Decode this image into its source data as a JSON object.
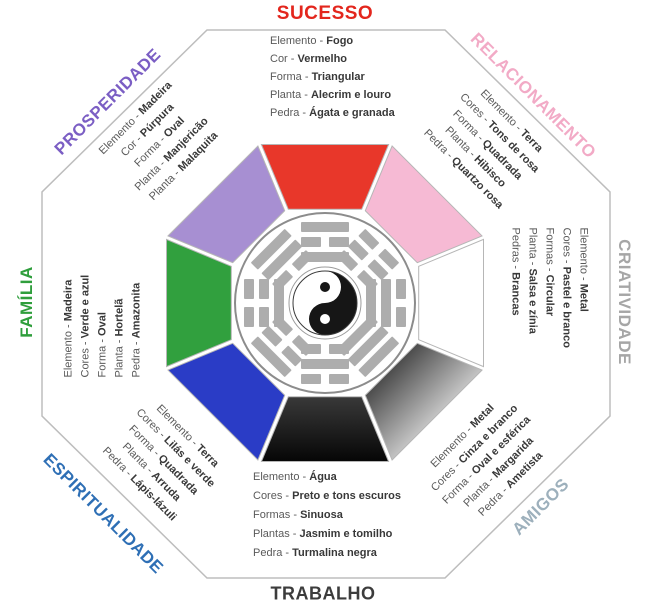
{
  "separator": " - ",
  "wheel": {
    "order": [
      "sucesso",
      "relacionamento",
      "criatividade",
      "amigos",
      "trabalho",
      "espiritualidade",
      "familia",
      "prosperidade"
    ],
    "outline_color": "#bdbdbd",
    "segment_border_color": "#b6b6b6"
  },
  "center": {
    "icon": "bagua-yin-yang-icon",
    "trigram_color": "#adadad",
    "circle_border": "#8c8c8c",
    "yin_yang": {
      "dark": "#161616",
      "light": "#ffffff"
    },
    "trigrams": [
      {
        "name": "li",
        "lines": [
          1,
          0,
          1
        ]
      },
      {
        "name": "kun",
        "lines": [
          0,
          0,
          0
        ]
      },
      {
        "name": "dui",
        "lines": [
          1,
          1,
          0
        ]
      },
      {
        "name": "qian",
        "lines": [
          1,
          1,
          1
        ]
      },
      {
        "name": "kan",
        "lines": [
          0,
          1,
          0
        ]
      },
      {
        "name": "gen",
        "lines": [
          0,
          0,
          1
        ]
      },
      {
        "name": "zhen",
        "lines": [
          1,
          0,
          0
        ]
      },
      {
        "name": "xun",
        "lines": [
          0,
          1,
          1
        ]
      }
    ]
  },
  "sections": {
    "sucesso": {
      "title": "SUCESSO",
      "title_color": "#e3261d",
      "segment_color": "#e8372a",
      "lines": [
        {
          "k": "Elemento",
          "v": "Fogo"
        },
        {
          "k": "Cor",
          "v": "Vermelho"
        },
        {
          "k": "Forma",
          "v": "Triangular"
        },
        {
          "k": "Planta",
          "v": "Alecrim e louro"
        },
        {
          "k": "Pedra",
          "v": "Ágata e granada"
        }
      ]
    },
    "relacionamento": {
      "title": "RELACIONAMENTO",
      "title_color": "#f2aac6",
      "segment_color": "#f6bad4",
      "lines": [
        {
          "k": "Elemento",
          "v": "Terra"
        },
        {
          "k": "Cores",
          "v": "Tons de rosa"
        },
        {
          "k": "Forma",
          "v": "Quadrada"
        },
        {
          "k": "Planta",
          "v": "Hibisco"
        },
        {
          "k": "Pedra",
          "v": "Quartzo rosa"
        }
      ]
    },
    "criatividade": {
      "title": "CRIATIVIDADE",
      "title_color": "#a6a6a6",
      "segment_color": "#ffffff",
      "lines": [
        {
          "k": "Elemento",
          "v": "Metal"
        },
        {
          "k": "Cores",
          "v": "Pastel e branco"
        },
        {
          "k": "Formas",
          "v": "Circular"
        },
        {
          "k": "Planta",
          "v": "Salsa e zínia"
        },
        {
          "k": "Pedras",
          "v": "Brancas"
        }
      ]
    },
    "amigos": {
      "title": "AMIGOS",
      "title_color": "#9db0bc",
      "segment_gradient": [
        "#4a4a4a",
        "#c6c6c6"
      ],
      "lines": [
        {
          "k": "Elemento",
          "v": "Metal"
        },
        {
          "k": "Cores",
          "v": "Cinza e branco"
        },
        {
          "k": "Forma",
          "v": "Oval e esférica"
        },
        {
          "k": "Planta",
          "v": "Margarida"
        },
        {
          "k": "Pedra",
          "v": "Ametista"
        }
      ]
    },
    "trabalho": {
      "title": "TRABALHO",
      "title_color": "#3c3c3c",
      "segment_gradient": [
        "#3a3a3a",
        "#050505"
      ],
      "lines": [
        {
          "k": "Elemento",
          "v": "Água"
        },
        {
          "k": "Cores",
          "v": "Preto e tons escuros"
        },
        {
          "k": "Formas",
          "v": "Sinuosa"
        },
        {
          "k": "Plantas",
          "v": "Jasmim e tomilho"
        },
        {
          "k": "Pedra",
          "v": "Turmalina negra"
        }
      ]
    },
    "espiritualidade": {
      "title": "ESPIRITUALIDADE",
      "title_color": "#2e6fb5",
      "segment_color": "#2a3cc6",
      "lines": [
        {
          "k": "Elemento",
          "v": "Terra"
        },
        {
          "k": "Cores",
          "v": "Lilás e verde"
        },
        {
          "k": "Forma",
          "v": "Quadrada"
        },
        {
          "k": "Planta",
          "v": "Arruda"
        },
        {
          "k": "Pedra",
          "v": "Lápis-lázuli"
        }
      ]
    },
    "familia": {
      "title": "FAMÍLIA",
      "title_color": "#2f9e3c",
      "segment_color": "#31a03e",
      "lines": [
        {
          "k": "Elemento",
          "v": "Madeira"
        },
        {
          "k": "Cores",
          "v": "Verde e azul"
        },
        {
          "k": "Forma",
          "v": "Oval"
        },
        {
          "k": "Planta",
          "v": "Hortelã"
        },
        {
          "k": "Pedra",
          "v": "Amazonita"
        }
      ]
    },
    "prosperidade": {
      "title": "PROSPERIDADE",
      "title_color": "#7b5ec4",
      "segment_color": "#a78fd2",
      "lines": [
        {
          "k": "Elemento",
          "v": "Madeira"
        },
        {
          "k": "Cor",
          "v": "Púrpura"
        },
        {
          "k": "Forma",
          "v": "Oval"
        },
        {
          "k": "Planta",
          "v": "Manjericão"
        },
        {
          "k": "Planta",
          "v": "Malaquita"
        }
      ]
    }
  }
}
